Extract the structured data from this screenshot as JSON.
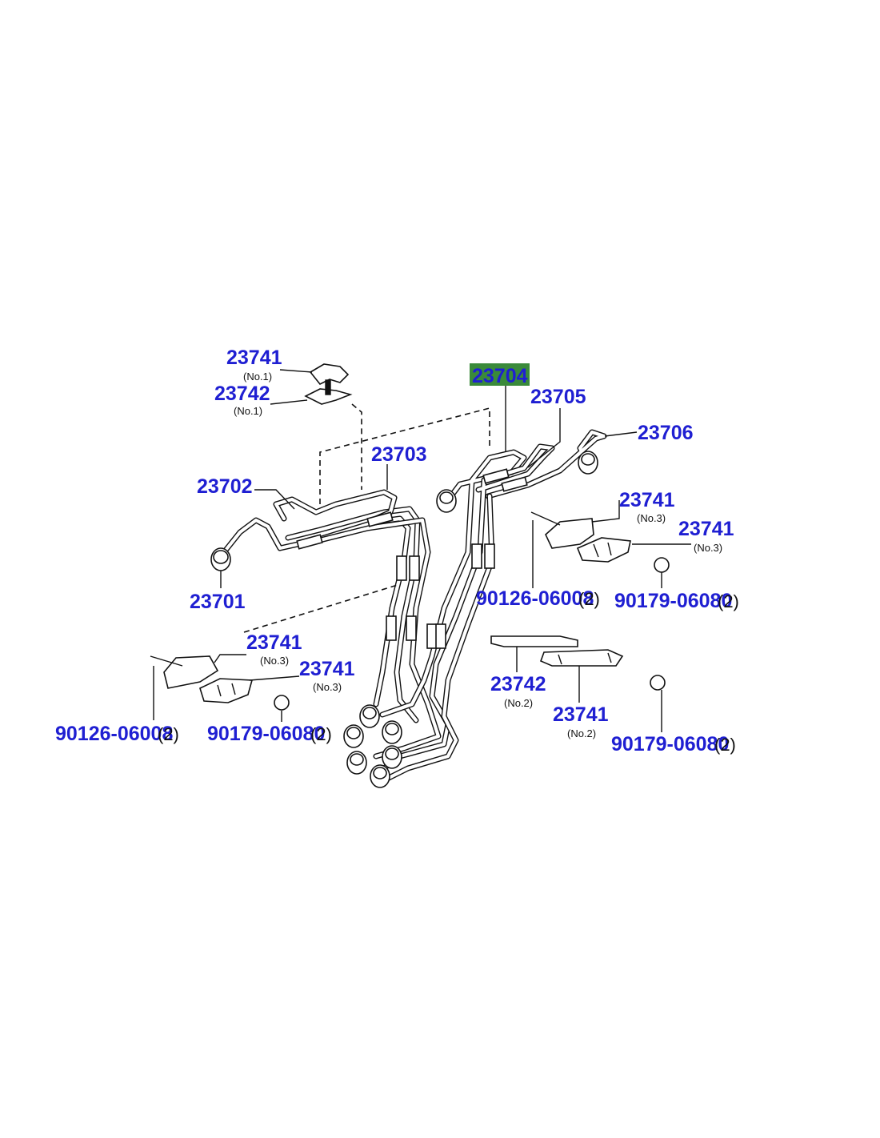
{
  "diagram": {
    "callouts": {
      "c23741_top": "23741",
      "c23741_top_sub": "(No.1)",
      "c23742_top": "23742",
      "c23742_top_sub": "(No.1)",
      "c23704": "23704",
      "c23705": "23705",
      "c23706": "23706",
      "c23703": "23703",
      "c23702": "23702",
      "c23701": "23701",
      "c23741_r1": "23741",
      "c23741_r1_sub": "(No.3)",
      "c23741_r2": "23741",
      "c23741_r2_sub": "(No.3)",
      "c90126_r": "90126-06008",
      "c90126_r_qty": "(2)",
      "c90179_r": "90179-06080",
      "c90179_r_qty": "(2)",
      "c23741_l1": "23741",
      "c23741_l1_sub": "(No.3)",
      "c23741_l2": "23741",
      "c23741_l2_sub": "(No.3)",
      "c90126_l": "90126-06008",
      "c90126_l_qty": "(2)",
      "c90179_l": "90179-06080",
      "c90179_l_qty": "(2)",
      "c23742_b": "23742",
      "c23742_b_sub": "(No.2)",
      "c23741_b": "23741",
      "c23741_b_sub": "(No.2)",
      "c90179_b": "90179-06080",
      "c90179_b_qty": "(2)"
    },
    "colors": {
      "label": "#1f1fd2",
      "highlight": "#3a8a3a",
      "ink": "#111111"
    }
  }
}
